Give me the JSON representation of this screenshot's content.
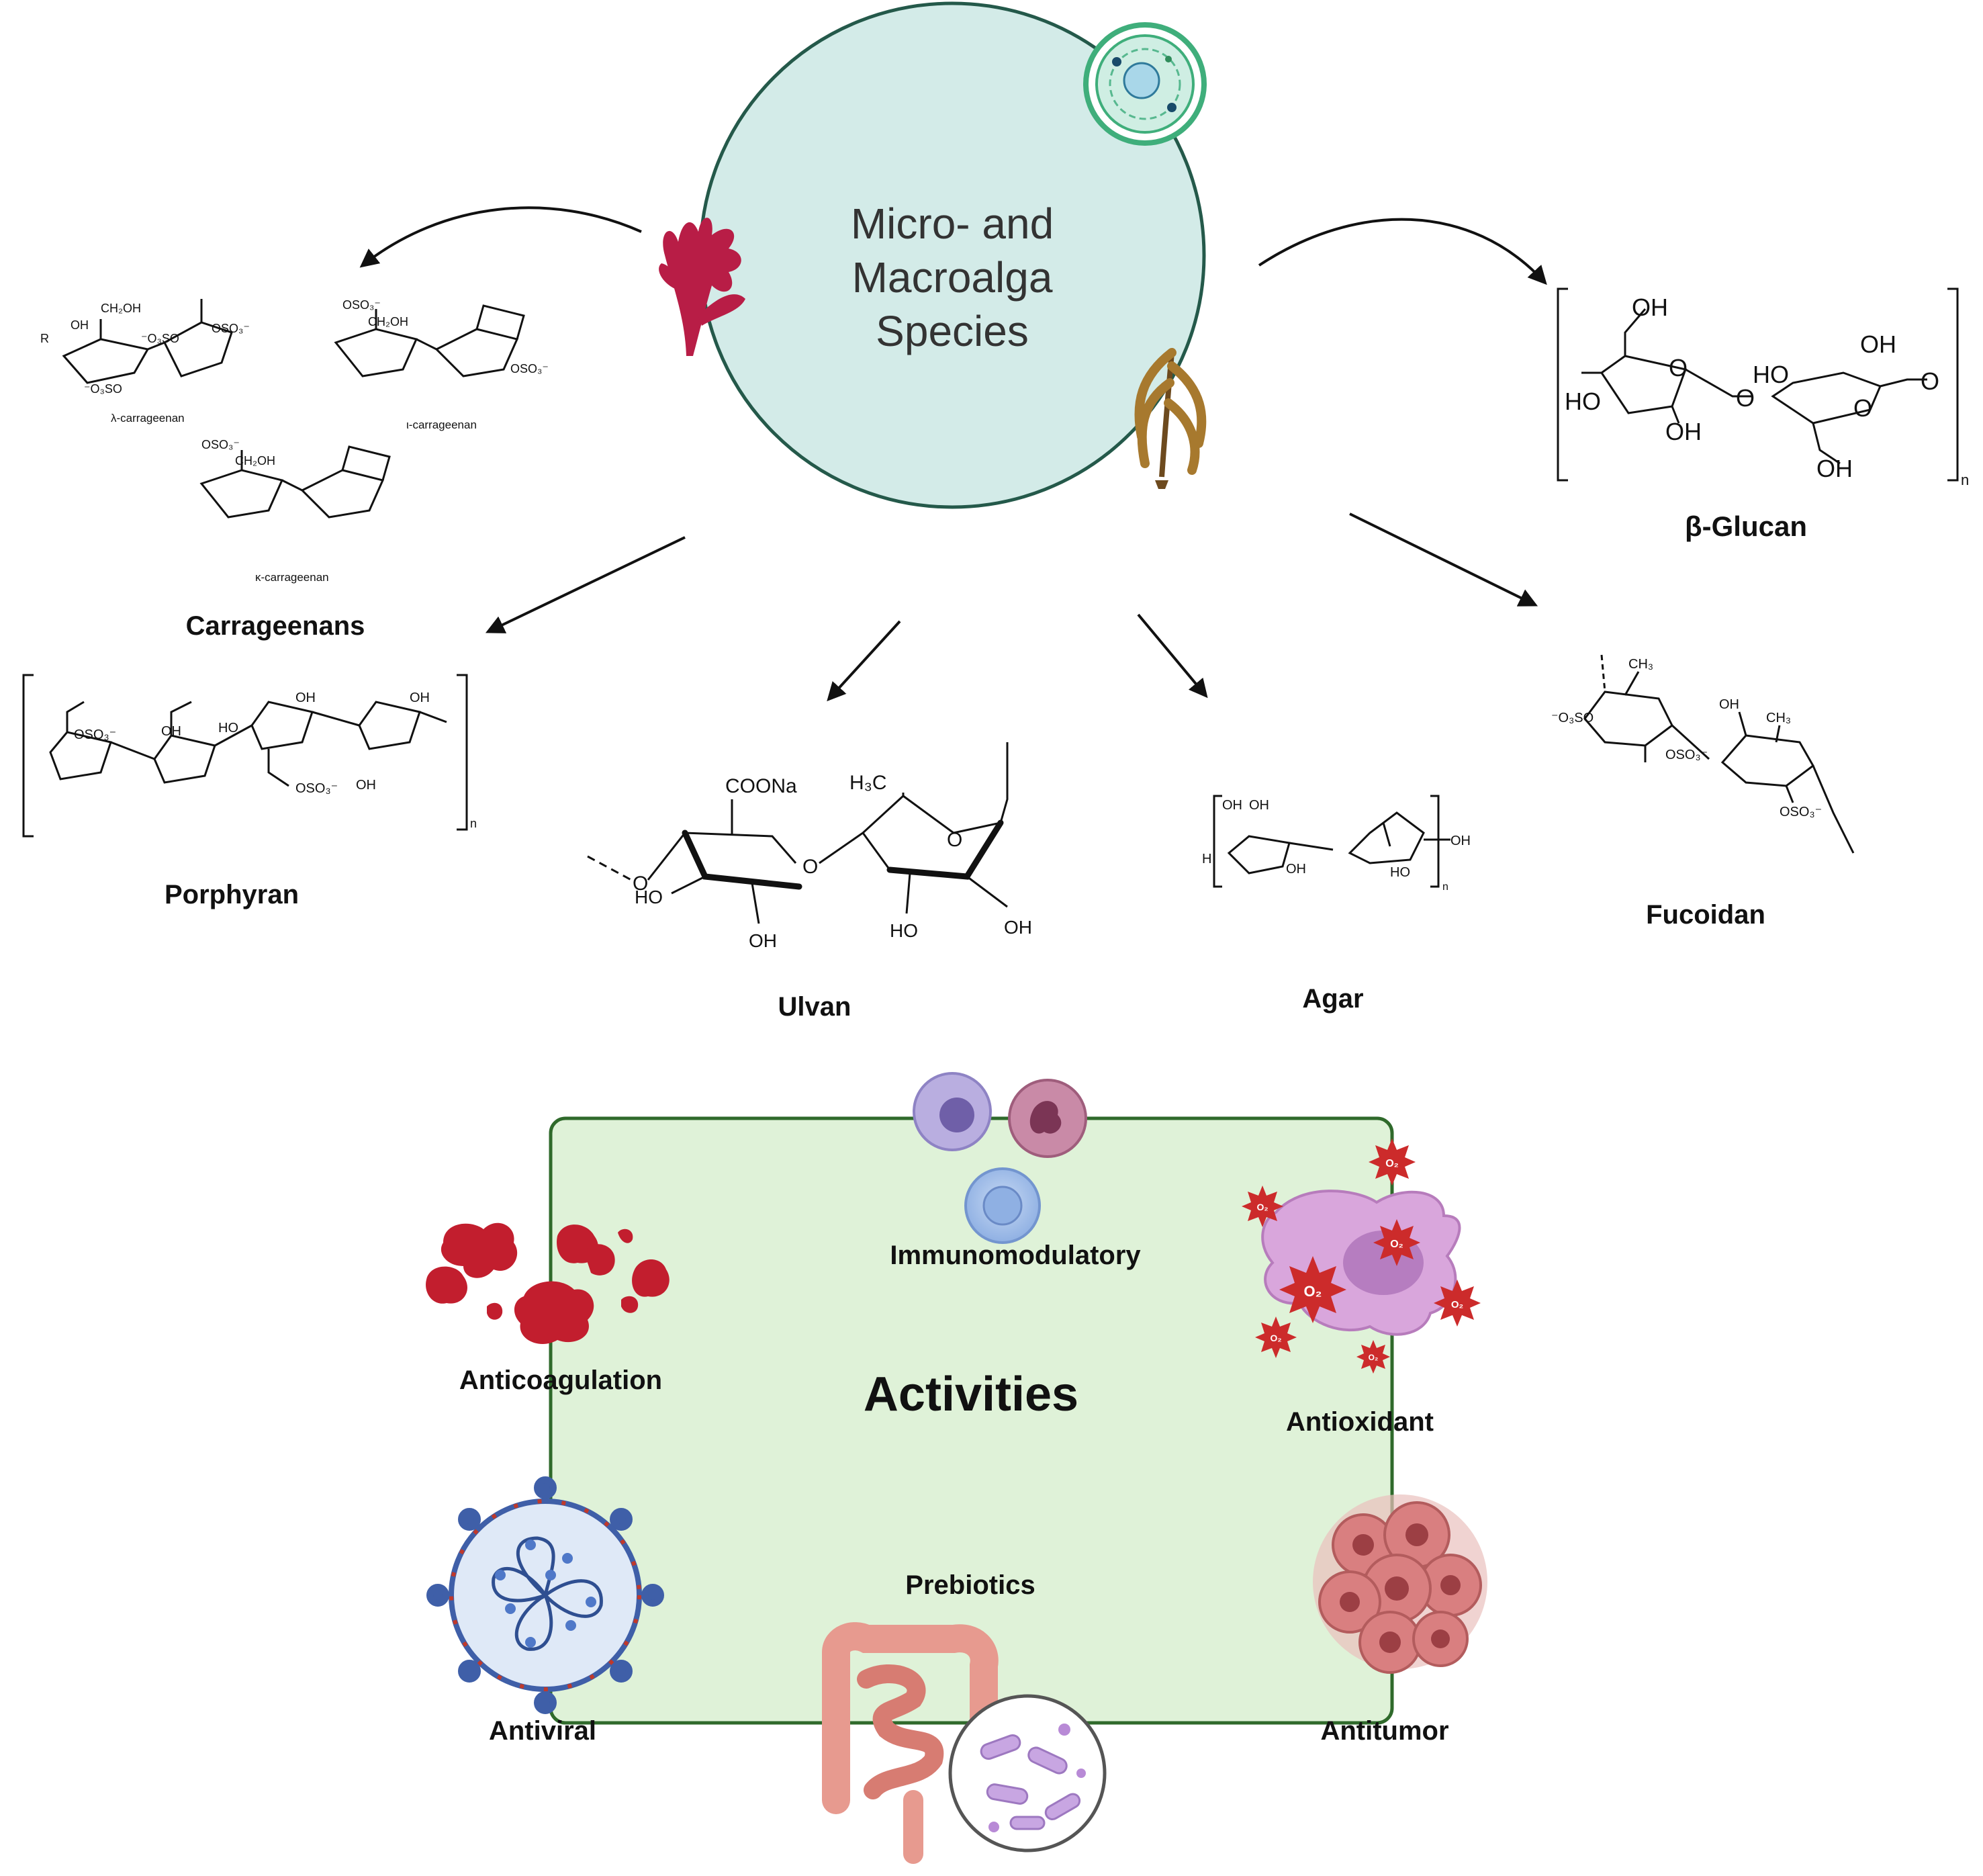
{
  "colors": {
    "circle_fill": "#d3ebe8",
    "circle_stroke": "#24594a",
    "panel_fill": "#dff2d8",
    "panel_stroke": "#2f6a2b",
    "blood_red": "#c21e2e",
    "virus_blue": "#3f5fa8",
    "tumor_pink": "#d97f80",
    "gut_pink": "#e79a8f",
    "macrophage_purple": "#d9a6dc",
    "ros_red": "#cc2b2b"
  },
  "center": {
    "title_line1": "Micro- and",
    "title_line2": "Macroalga",
    "title_line3": "Species"
  },
  "polysaccharides": {
    "carrageenans": {
      "label": "Carrageenans",
      "lambda": "λ-carrageenan",
      "iota": "ι-carrageenan",
      "kappa": "κ-carrageenan"
    },
    "porphyran": {
      "label": "Porphyran"
    },
    "ulvan": {
      "label": "Ulvan",
      "coona": "COONa",
      "ch3": "H₃C",
      "o": "O",
      "oh": "OH",
      "ho": "HO"
    },
    "agar": {
      "label": "Agar"
    },
    "fucoidan": {
      "label": "Fucoidan"
    },
    "glucan": {
      "label": "β-Glucan",
      "oh": "OH",
      "ho": "HO",
      "o": "O",
      "n": "n"
    }
  },
  "activities": {
    "title": "Activities",
    "immunomodulatory": "Immunomodulatory",
    "anticoagulation": "Anticoagulation",
    "antioxidant": "Antioxidant",
    "prebiotics": "Prebiotics",
    "antiviral": "Antiviral",
    "antitumor": "Antitumor",
    "ros": "O₂"
  }
}
